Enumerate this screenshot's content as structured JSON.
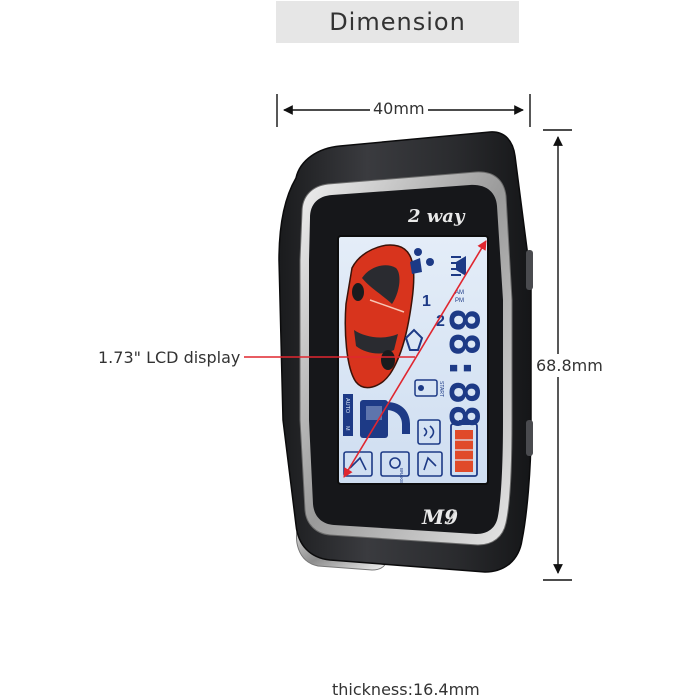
{
  "title": "Dimension",
  "dimensions": {
    "width": "40mm",
    "height": "68.8mm",
    "lcd": "1.73\" LCD display",
    "thickness": "thickness:16.4mm"
  },
  "device": {
    "brand_text": "2 way",
    "model_text": "M9",
    "screen": {
      "ampm_top": "AM",
      "ampm_bottom": "PM",
      "clock_digits": "88:88",
      "zone_one": "1",
      "zone_two": "2",
      "start_badge": "START",
      "brake_badge": "BRAKE",
      "auto_badge": "AUTO",
      "auto_badge_short": "M"
    }
  },
  "colors": {
    "banner_bg": "#e6e6e6",
    "dimension_line": "#111111",
    "lcd_pointer": "#e0262f",
    "device_body": "#2a2b2e",
    "lcd_background": "#d9e6f5",
    "lcd_ink": "#1d3a86",
    "car_body": "#d8341d",
    "battery_fill": "#e04a2a"
  },
  "icons": [
    "arrow-left-icon",
    "arrow-right-icon",
    "arrow-up-icon",
    "arrow-down-icon",
    "car-icon",
    "lock-icon",
    "battery-icon",
    "signal-icon",
    "key-ring-icon"
  ]
}
